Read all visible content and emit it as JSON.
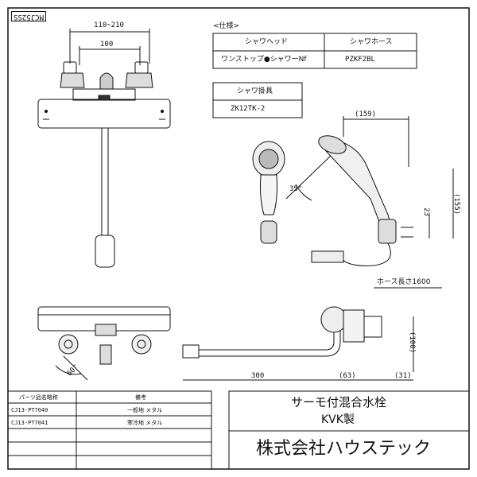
{
  "model_code": "MCJ52SS",
  "spec": {
    "heading": "<仕様>",
    "headers": [
      "シャワヘッド",
      "シャワホース"
    ],
    "values": [
      "ワンストップ●シャワーNf",
      "PZKF2BL"
    ],
    "holder_header": "シャワ掛具",
    "holder_value": "ZK12TK-2"
  },
  "dimensions": {
    "pitch_range": "110~210",
    "pitch": "100",
    "hose_box": "(159)",
    "hose_h": "(155)",
    "hose_small": "23",
    "angle": "35°",
    "hose_length": "ホース長さ1600",
    "spout_len": "300",
    "spout_63": "(63)",
    "spout_31": "(31)",
    "spout_h": "(100)",
    "angle_60": "60°"
  },
  "parts": {
    "col1_header": "パーツ品名略称",
    "col2_header": "備考",
    "rows": [
      {
        "code": "CJ13-PT7040",
        "note": "一般地 メタル"
      },
      {
        "code": "CJ13-PT7041",
        "note": "寒冷地 メタル"
      }
    ]
  },
  "title_block": {
    "product": "サーモ付混合水栓",
    "maker": "KVK製",
    "company": "株式会社ハウステック"
  }
}
